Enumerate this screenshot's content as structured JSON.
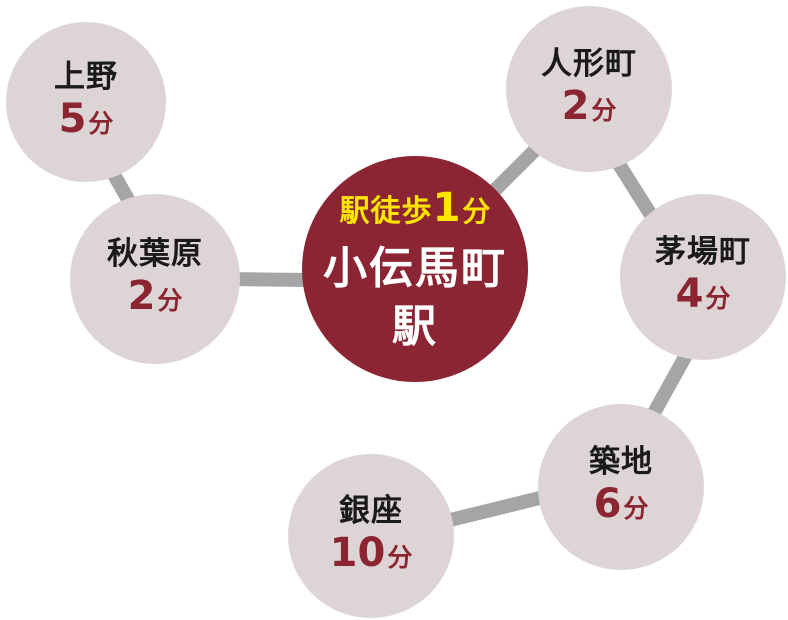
{
  "center": {
    "walk_label": "駅徒歩",
    "walk_num": "1",
    "walk_unit": "分",
    "name_line1": "小伝馬町",
    "name_line2": "駅",
    "fill": "#8b2533",
    "walk_color": "#ffe500"
  },
  "stations": [
    {
      "name": "上野",
      "num": "5",
      "unit": "分"
    },
    {
      "name": "秋葉原",
      "num": "2",
      "unit": "分"
    },
    {
      "name": "人形町",
      "num": "2",
      "unit": "分"
    },
    {
      "name": "茅場町",
      "num": "4",
      "unit": "分"
    },
    {
      "name": "築地",
      "num": "6",
      "unit": "分"
    },
    {
      "name": "銀座",
      "num": "10",
      "unit": "分"
    }
  ],
  "colors": {
    "node_fill": "#ddd5d5",
    "time_text": "#8b2532",
    "connector": "#a5a5a5"
  }
}
